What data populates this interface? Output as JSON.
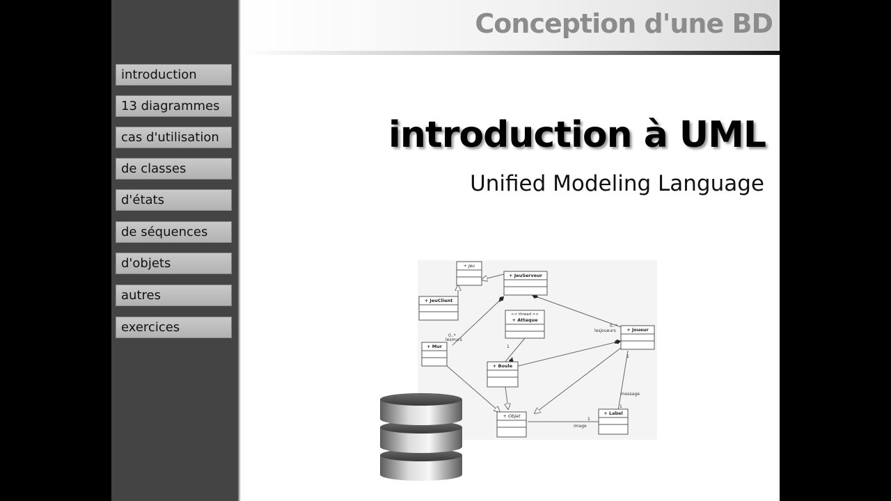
{
  "header": {
    "title": "Conception d'une BD"
  },
  "sidebar": {
    "items": [
      {
        "label": "introduction"
      },
      {
        "label": "13 diagrammes"
      },
      {
        "label": "cas d'utilisation"
      },
      {
        "label": "de classes"
      },
      {
        "label": "d'états"
      },
      {
        "label": "de séquences"
      },
      {
        "label": "d'objets"
      },
      {
        "label": "autres"
      },
      {
        "label": "exercices"
      }
    ]
  },
  "main": {
    "title": "introduction à UML",
    "subtitle": "Unified Modeling Language"
  },
  "diagram": {
    "classes": {
      "jeu": "+ Jeu",
      "jeu_serveur": "+ JeuServeur",
      "jeu_client": "+ JeuClient",
      "attaque_stereotype": "<< thread >>",
      "attaque": "+ Attaque",
      "joueur": "+ Joueur",
      "mur": "+ Mur",
      "boule": "+ Boule",
      "objet": "+ Objet",
      "label": "+ Label"
    },
    "labels": {
      "lesmurs": "lesmurs",
      "lesjoueurs": "lesjoueurs",
      "message": "message",
      "image": "image",
      "one": "1",
      "many": "0..*"
    }
  }
}
